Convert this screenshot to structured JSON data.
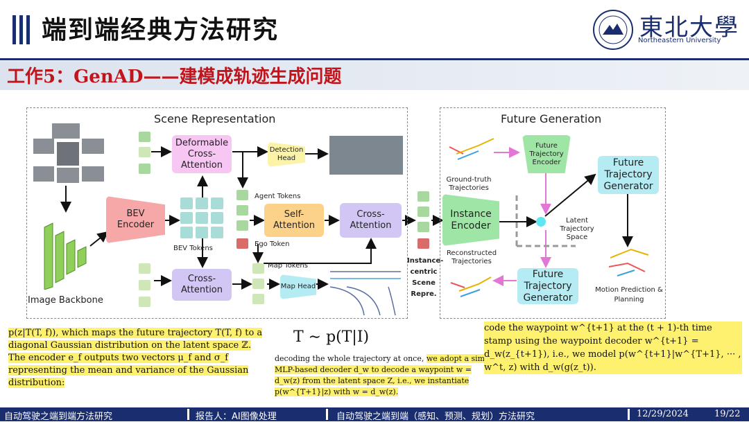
{
  "header": {
    "title": "端到端经典方法研究",
    "logo_cn": "東北大學",
    "logo_en": "Northeastern University"
  },
  "subtitle": "工作5：GenAD——建模成轨迹生成问题",
  "diagram": {
    "scene_title": "Scene Representation",
    "future_title": "Future Generation",
    "deformable": "Deformable Cross-Attention",
    "detection_head": "Detection Head",
    "bev_encoder": "BEV Encoder",
    "bev_tokens": "BEV Tokens",
    "agent_tokens": "Agent Tokens",
    "self_attention": "Self-Attention",
    "cross_attention_a": "Cross-Attention",
    "ego_token": "Ego Token",
    "cross_attention_b": "Cross-Attention",
    "map_tokens": "Map Tokens",
    "map_head": "Map Head",
    "image_backbone": "Image Backbone",
    "instance_label": "Instance-centric Scene Repre.",
    "ground_truth": "Ground-truth Trajectories",
    "future_encoder": "Future Trajectory Encoder",
    "instance_encoder": "Instance Encoder",
    "reconstructed": "Reconstructed Trajectories",
    "latent_space": "Latent Trajectory Space",
    "future_gen_top": "Future Trajectory Generator",
    "future_gen_bottom": "Future Trajectory Generator",
    "motion_planning": "Motion Prediction & Planning"
  },
  "text": {
    "left_para": "p(z|T(T, f)), which maps the future trajectory T(T, f) to a diagonal Gaussian distribution on the latent space ℤ. The encoder e_f outputs two vectors μ_f and σ_f representing the mean and variance of the Gaussian distribution:",
    "formula": "T ∼ p(T|I)",
    "mid_para_1": "decoding the whole trajectory at once, ",
    "mid_para_2": "we adopt a simp MLP-based decoder d_w to decode a waypoint w = d_w(z) from the latent space Z, i.e., we instantiate p(w^{T+1}|z) with w = d_w(z).",
    "right_para": "code the waypoint w^{t+1} at the (t + 1)-th time stamp using the waypoint decoder w^{t+1} = d_w(z_{t+1}), i.e., we model p(w^{t+1}|w^{T+1}, ··· , w^t, z) with d_w(g(z_t))."
  },
  "footer": {
    "left": "自动驾驶之端到端方法研究",
    "presenter": "报告人：AI图像处理",
    "center": "自动驾驶之端到端（感知、预测、规划）方法研究",
    "date": "12/29/2024",
    "page": "19/22"
  },
  "colors": {
    "navy": "#1a2d6e",
    "subtitle_red": "#c0151c",
    "highlight": "#fff170",
    "pink_box": "#f7c6f3",
    "orange_box": "#fcd28a",
    "purple_box": "#d2c6f4",
    "cyan_box": "#b5ecf4",
    "green_box": "#9fe6a6",
    "salmon_box": "#f6a7a7",
    "yellow_box": "#fbf3a8"
  }
}
